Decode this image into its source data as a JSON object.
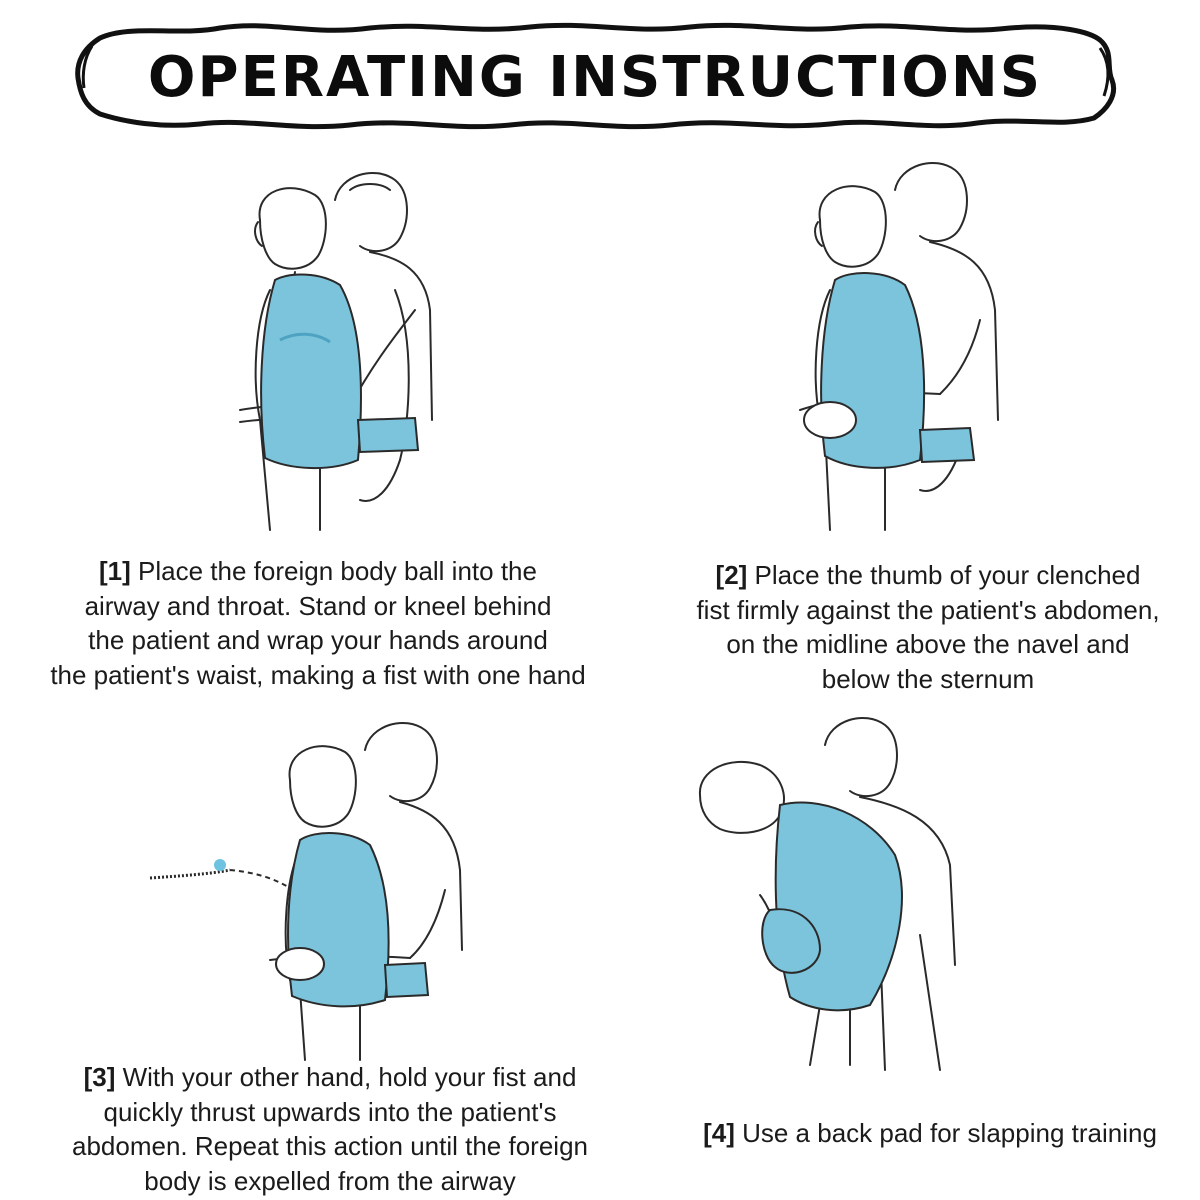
{
  "header": {
    "title": "OPERATING INSTRUCTIONS"
  },
  "colors": {
    "vest": "#7cc4dc",
    "vest_dark": "#4fa3c2",
    "line": "#2a2a2a",
    "ball": "#6ec3e0"
  },
  "steps": [
    {
      "number": "[1]",
      "lines": [
        "Place the foreign body ball into the",
        "airway and throat. Stand or kneel behind",
        "the patient and wrap your hands around",
        "the patient's waist, making a fist with one hand"
      ]
    },
    {
      "number": "[2]",
      "lines": [
        "Place the thumb of your clenched",
        "fist firmly against the patient's abdomen,",
        "on the midline above the navel and",
        "below the sternum"
      ]
    },
    {
      "number": "[3]",
      "lines": [
        "With your other hand, hold your fist and",
        "quickly thrust upwards into the patient's",
        "abdomen. Repeat this action until the foreign",
        "body is expelled from the airway"
      ]
    },
    {
      "number": "[4]",
      "lines": [
        "Use a back pad for slapping training"
      ]
    }
  ]
}
